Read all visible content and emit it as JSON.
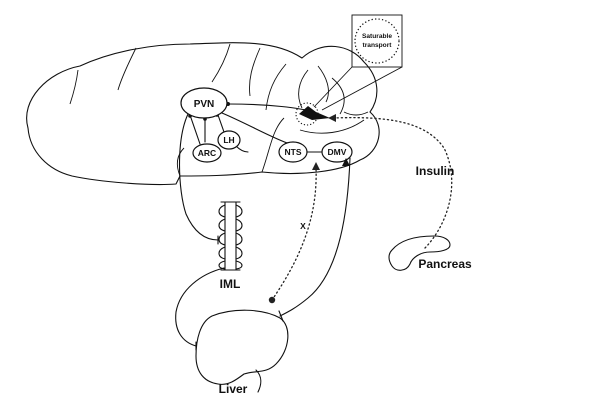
{
  "nodes": {
    "pvn": "PVN",
    "arc": "ARC",
    "lh": "LH",
    "nts": "NTS",
    "dmv": "DMV"
  },
  "labels": {
    "iml": "IML",
    "liver": "Liver",
    "pancreas": "Pancreas",
    "insulin": "Insulin",
    "x_mark": "X",
    "saturable_line1": "Saturable",
    "saturable_line2": "transport"
  },
  "icons": {
    "brain": "brain-outline-icon",
    "spinal": "spinal-chain-icon",
    "liver": "liver-outline-icon",
    "pancreas": "pancreas-outline-icon"
  }
}
